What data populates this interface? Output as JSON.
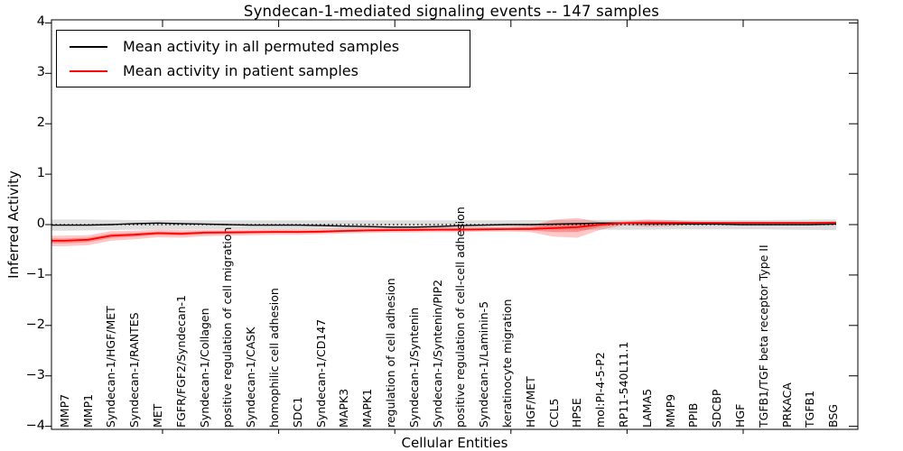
{
  "chart_data": {
    "type": "line",
    "title": "Syndecan-1-mediated signaling events -- 147 samples",
    "xlabel": "Cellular Entities",
    "ylabel": "Inferred Activity",
    "ylim": [
      -4,
      4
    ],
    "yticks": [
      4,
      3,
      2,
      1,
      0,
      -1,
      -2,
      -3,
      -4
    ],
    "grid": false,
    "legend_position": "upper left",
    "zero_reference_line": 0,
    "categories": [
      "MMP7",
      "MMP1",
      "Syndecan-1/HGF/MET",
      "Syndecan-1/RANTES",
      "MET",
      "FGFR/FGF2/Syndecan-1",
      "Syndecan-1/Collagen",
      "positive regulation of cell migration",
      "Syndecan-1/CASK",
      "homophilic cell adhesion",
      "SDC1",
      "Syndecan-1/CD147",
      "MAPK3",
      "MAPK1",
      "regulation of cell adhesion",
      "Syndecan-1/Syntenin",
      "Syndecan-1/Syntenin/PIP2",
      "positive regulation of cell-cell adhesion",
      "Syndecan-1/Laminin-5",
      "keratinocyte migration",
      "HGF/MET",
      "CCL5",
      "HPSE",
      "mol:PI-4-5-P2",
      "RP11-540L11.1",
      "LAMA5",
      "MMP9",
      "PPIB",
      "SDCBP",
      "HGF",
      "TGFB1/TGF beta receptor Type II",
      "PRKACA",
      "TGFB1",
      "BSG"
    ],
    "series": [
      {
        "name": "Mean activity in all permuted samples",
        "color": "#000000",
        "band_color": "#000000",
        "values": [
          -0.01,
          -0.01,
          0.0,
          0.02,
          0.03,
          0.02,
          0.01,
          0.0,
          -0.01,
          -0.01,
          -0.01,
          -0.02,
          -0.03,
          -0.04,
          -0.05,
          -0.05,
          -0.04,
          -0.02,
          -0.01,
          0.0,
          0.0,
          0.01,
          0.02,
          0.03,
          0.03,
          0.02,
          0.02,
          0.01,
          0.01,
          0.0,
          0.0,
          0.0,
          0.0,
          0.01
        ],
        "band_upper": [
          0.1,
          0.1,
          0.095,
          0.09,
          0.09,
          0.09,
          0.085,
          0.085,
          0.085,
          0.085,
          0.085,
          0.085,
          0.085,
          0.085,
          0.085,
          0.085,
          0.085,
          0.085,
          0.085,
          0.085,
          0.09,
          0.09,
          0.095,
          0.095,
          0.095,
          0.095,
          0.09,
          0.09,
          0.09,
          0.09,
          0.09,
          0.095,
          0.1,
          0.1
        ],
        "band_lower": [
          -0.12,
          -0.115,
          -0.11,
          -0.1,
          -0.1,
          -0.1,
          -0.095,
          -0.095,
          -0.09,
          -0.09,
          -0.09,
          -0.09,
          -0.09,
          -0.09,
          -0.09,
          -0.09,
          -0.09,
          -0.09,
          -0.09,
          -0.09,
          -0.095,
          -0.095,
          -0.1,
          -0.1,
          -0.1,
          -0.1,
          -0.095,
          -0.095,
          -0.095,
          -0.095,
          -0.095,
          -0.1,
          -0.105,
          -0.11
        ]
      },
      {
        "name": "Mean activity in patient samples",
        "color": "#ff0000",
        "band_color": "#ff0000",
        "values": [
          -0.32,
          -0.3,
          -0.22,
          -0.2,
          -0.17,
          -0.18,
          -0.16,
          -0.155,
          -0.15,
          -0.145,
          -0.145,
          -0.14,
          -0.125,
          -0.115,
          -0.11,
          -0.105,
          -0.1,
          -0.1,
          -0.095,
          -0.09,
          -0.085,
          -0.07,
          -0.05,
          0.0,
          0.03,
          0.035,
          0.035,
          0.035,
          0.035,
          0.035,
          0.035,
          0.035,
          0.035,
          0.04
        ],
        "band_upper": [
          -0.22,
          -0.21,
          -0.13,
          -0.12,
          -0.1,
          -0.11,
          -0.1,
          -0.1,
          -0.095,
          -0.09,
          -0.09,
          -0.085,
          -0.075,
          -0.065,
          -0.06,
          -0.055,
          -0.055,
          -0.05,
          -0.05,
          -0.045,
          -0.02,
          0.1,
          0.13,
          0.05,
          0.06,
          0.1,
          0.09,
          0.06,
          0.05,
          0.05,
          0.05,
          0.05,
          0.05,
          0.055
        ],
        "band_lower": [
          -0.43,
          -0.41,
          -0.32,
          -0.29,
          -0.25,
          -0.26,
          -0.23,
          -0.22,
          -0.21,
          -0.2,
          -0.2,
          -0.19,
          -0.175,
          -0.165,
          -0.16,
          -0.155,
          -0.15,
          -0.15,
          -0.14,
          -0.14,
          -0.15,
          -0.24,
          -0.26,
          -0.1,
          -0.01,
          -0.04,
          -0.03,
          0.0,
          0.01,
          0.02,
          0.02,
          0.02,
          0.02,
          0.025
        ]
      }
    ]
  }
}
